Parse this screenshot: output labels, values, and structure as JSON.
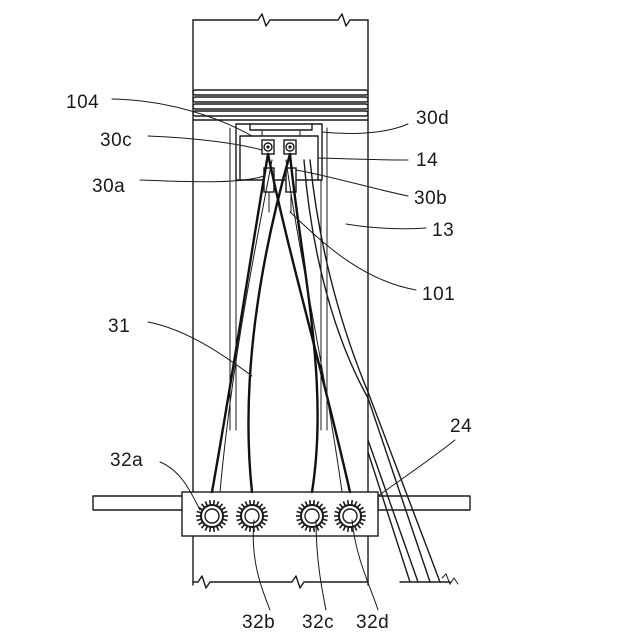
{
  "labels": {
    "l104": "104",
    "l30c": "30c",
    "l30a": "30a",
    "l31": "31",
    "l32a": "32a",
    "l30d": "30d",
    "l14": "14",
    "l30b": "30b",
    "l13": "13",
    "l101": "101",
    "l24": "24",
    "l32b": "32b",
    "l32c": "32c",
    "l32d": "32d"
  },
  "connectors": {
    "count": 4,
    "spike_count": 22
  }
}
